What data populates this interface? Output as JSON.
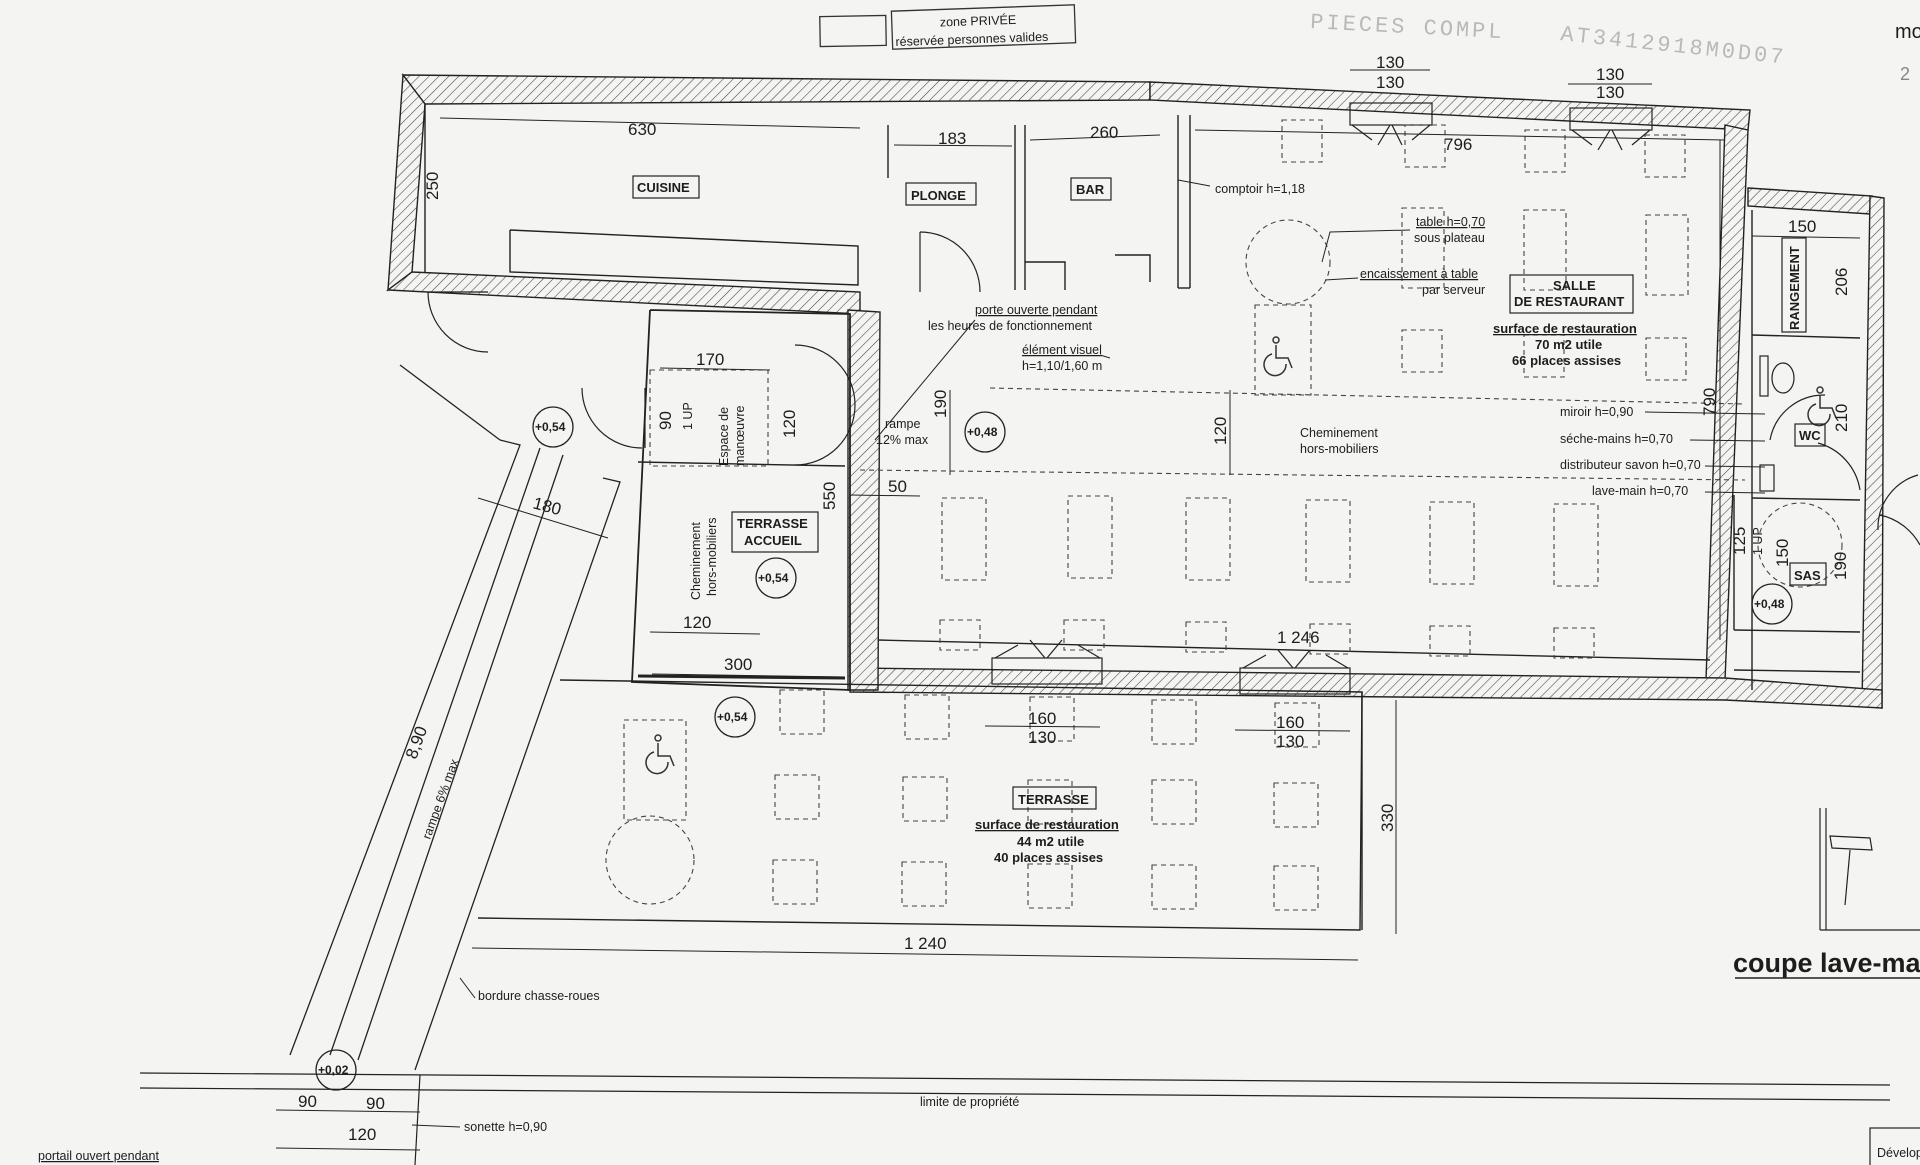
{
  "stamp": {
    "line1": "PIECES COMPL",
    "line2": "AT3412918M0D07",
    "corner1": "mo",
    "corner2": "2"
  },
  "legend": {
    "line1": "zone PRIVÉE",
    "line2": "réservée personnes valides"
  },
  "rooms": {
    "cuisine": "CUISINE",
    "plonge": "PLONGE",
    "bar": "BAR",
    "salle_line1": "SALLE",
    "salle_line2": "DE RESTAURANT",
    "salle_surface": "surface de restauration",
    "salle_area": "70 m2 utile",
    "salle_places": "66 places assises",
    "rangement": "RANGEMENT",
    "wc": "WC",
    "sas": "SAS",
    "terrasse_accueil_line1": "TERRASSE",
    "terrasse_accueil_line2": "ACCUEIL",
    "terrasse": "TERRASSE",
    "terrasse_surface": "surface de restauration",
    "terrasse_area": "44 m2 utile",
    "terrasse_places": "40 places assises"
  },
  "dimensions": {
    "d630": "630",
    "d250": "250",
    "d183": "183",
    "d260": "260",
    "d130a": "130",
    "d130b": "130",
    "d130c": "130",
    "d130d": "130",
    "d796": "796",
    "d150": "150",
    "d206": "206",
    "d210": "210",
    "d790": "790",
    "d170": "170",
    "d90": "90",
    "d1up_a": "1 UP",
    "d120a": "120",
    "d190": "190",
    "d120b": "120",
    "d550": "550",
    "d50": "50",
    "d180": "180",
    "d120c": "120",
    "d300": "300",
    "d1246": "1 246",
    "d160a": "160",
    "d130e": "130",
    "d160b": "160",
    "d130f": "130",
    "d330": "330",
    "d1240": "1 240",
    "d890": "8,90",
    "d125": "125",
    "d1up_b": "1 UP",
    "d150b": "150",
    "d190b": "190",
    "d90b": "90",
    "d90c": "90",
    "d120d": "120"
  },
  "levels": {
    "l054a": "+0,54",
    "l048a": "+0,48",
    "l054b": "+0,54",
    "l054c": "+0,54",
    "l048b": "+0,48",
    "l002": "+0,02"
  },
  "notes": {
    "comptoir": "comptoir h=1,18",
    "table_line1": "table h=0,70",
    "table_line2": "sous plateau",
    "encaissement_line1": "encaissement à table",
    "encaissement_line2": "par serveur",
    "porte_line1": "porte ouverte pendant",
    "porte_line2": "les heures de fonctionnement",
    "element_line1": "élément visuel",
    "element_line2": "h=1,10/1,60 m",
    "rampe_line1": "rampe",
    "rampe_line2": "12% max",
    "espace_line1": "Espace de",
    "espace_line2": "manœuvre",
    "chemin_line1": "Cheminement",
    "chemin_line2": "hors-mobiliers",
    "chemin_acc_line1": "Cheminement",
    "chemin_acc_line2": "hors-mobiliers",
    "miroir": "miroir h=0,90",
    "seche": "séche-mains h=0,70",
    "distributeur": "distributeur savon h=0,70",
    "lavemain": "lave-main h=0,70",
    "rampe6": "rampe 6% max",
    "bordure": "bordure chasse-roues",
    "limite": "limite de propriété",
    "sonette": "sonette h=0,90",
    "portail": "portail ouvert pendant",
    "coupe": "coupe lave-ma",
    "develop": "Dévelop"
  }
}
